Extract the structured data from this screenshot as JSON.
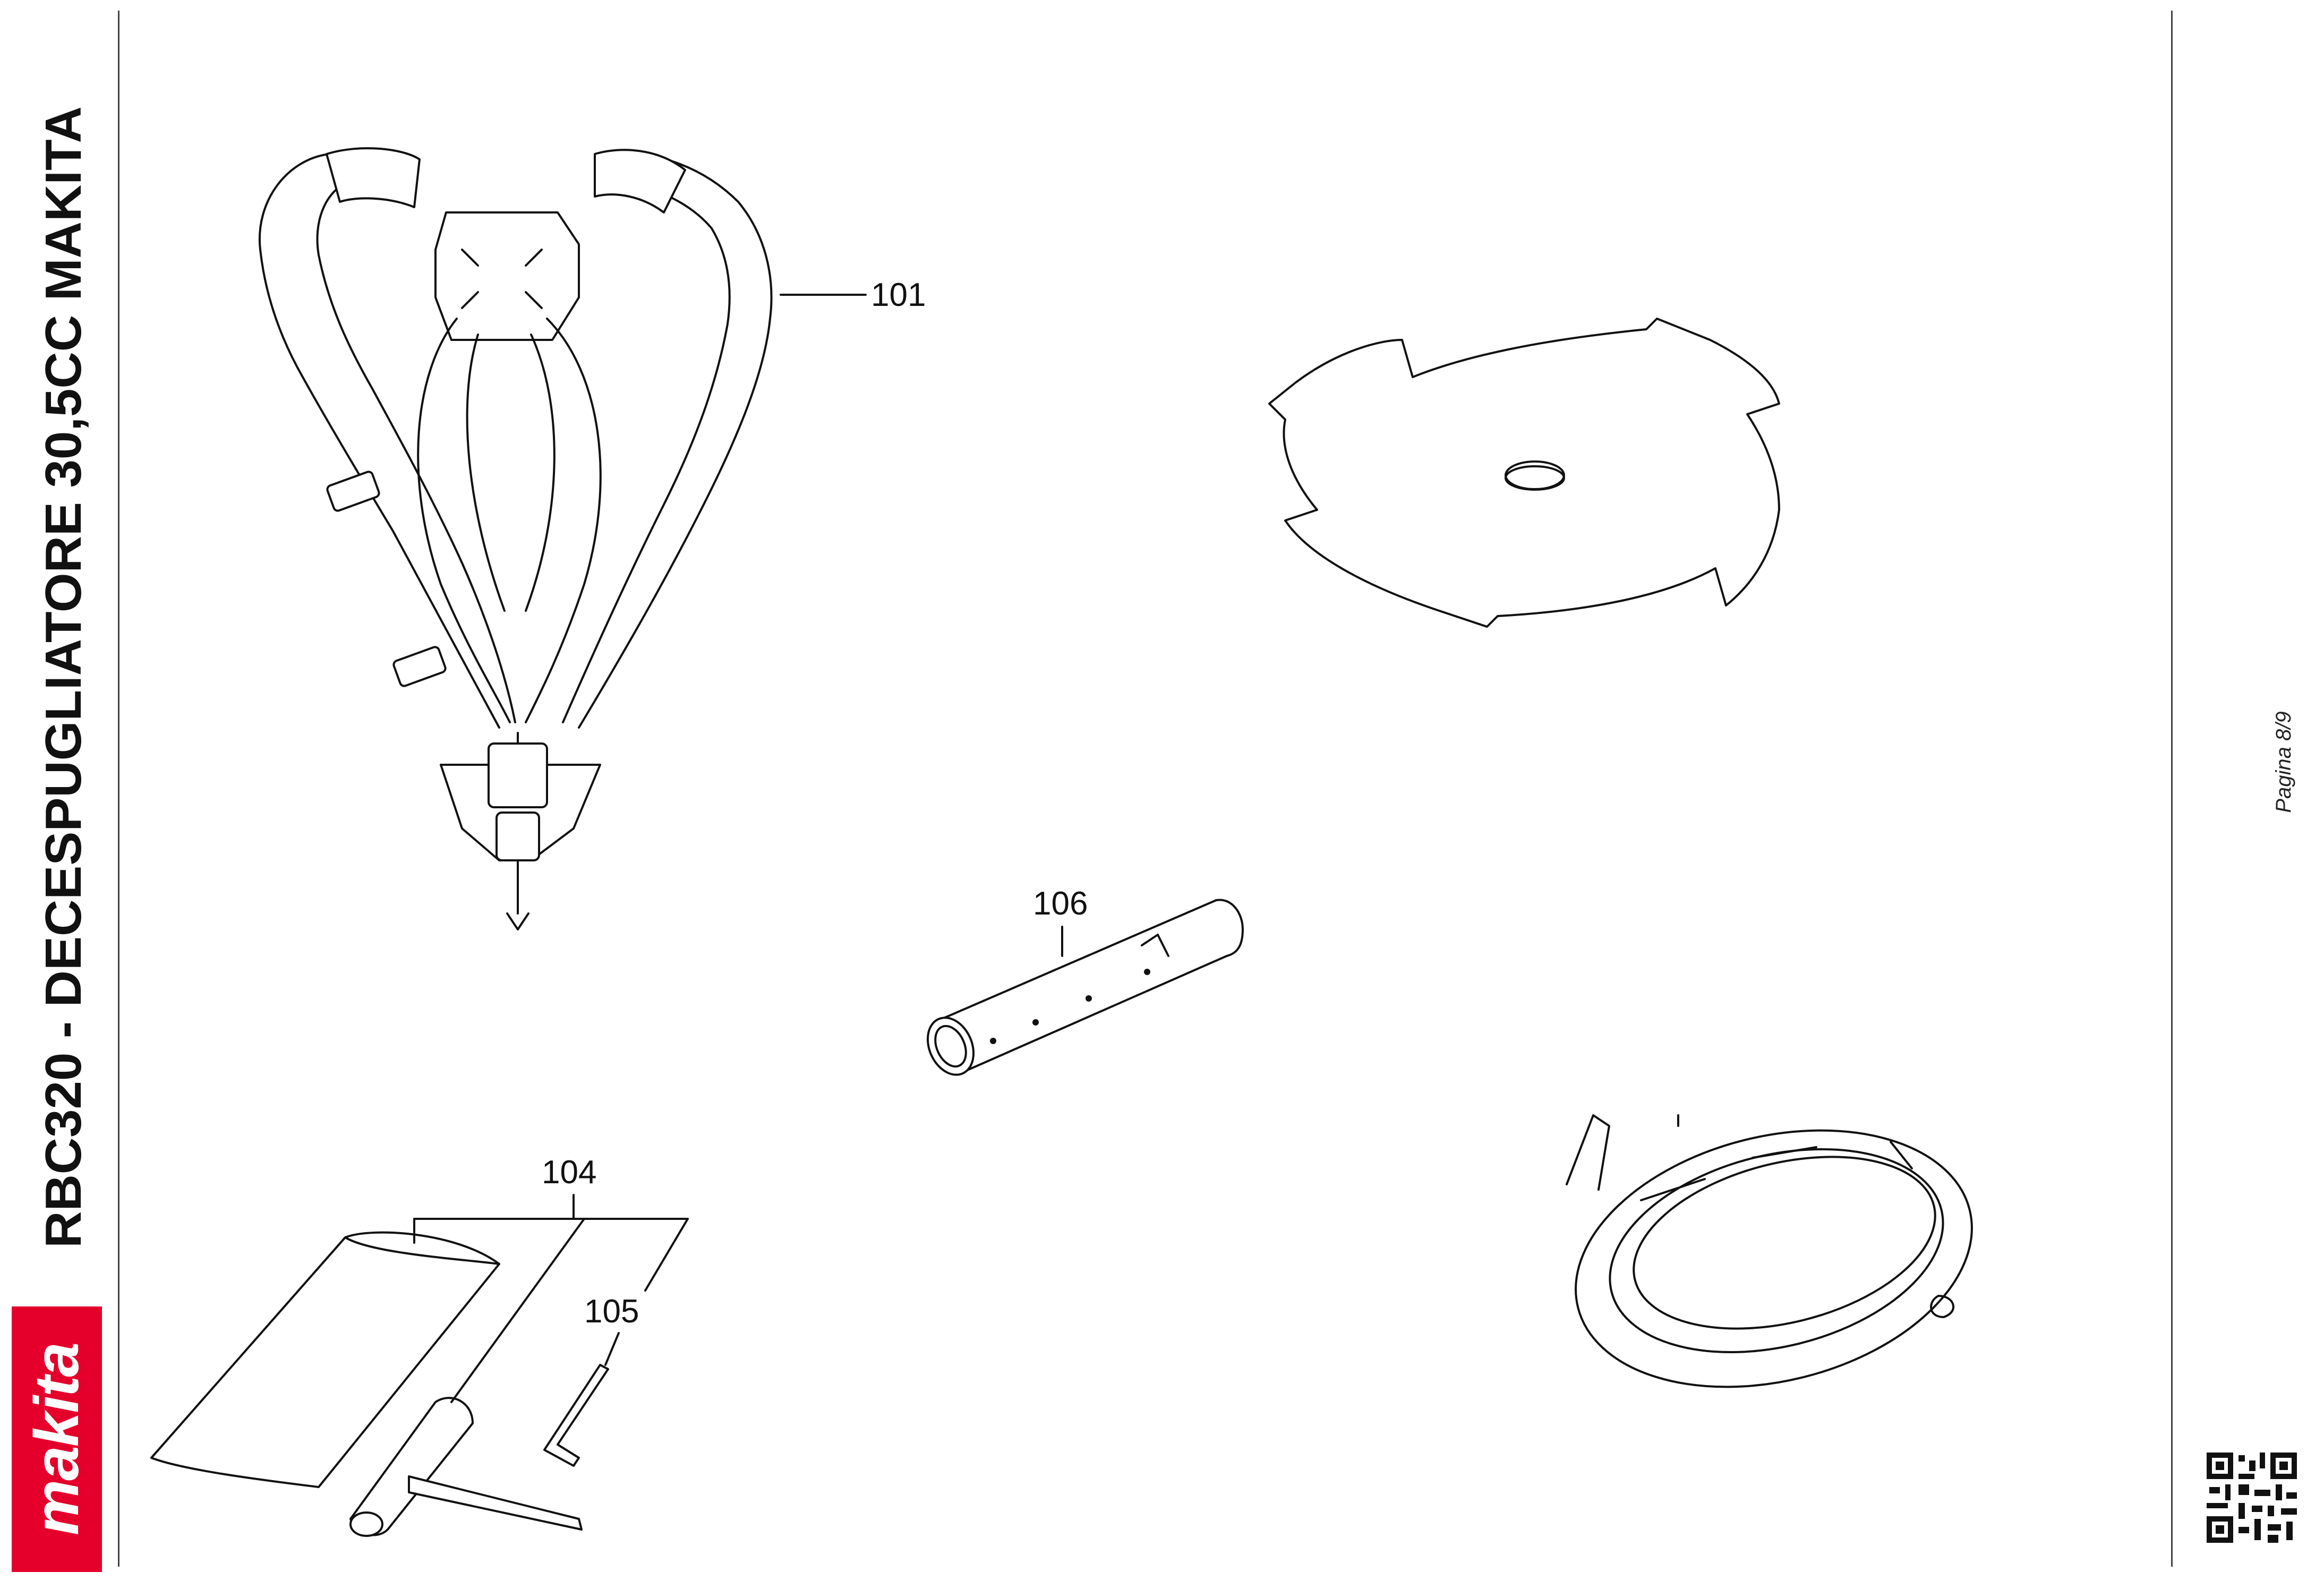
{
  "document": {
    "title": "RBC320 - DECESPUGLIATORE 30,5CC MAKITA",
    "page": "Pagina 8/9",
    "brand": "makita"
  },
  "parts": [
    {
      "number": "101",
      "name": "harness"
    },
    {
      "number": "104",
      "name": "tool-kit-bag"
    },
    {
      "number": "105",
      "name": "hex-key"
    },
    {
      "number": "106",
      "name": "tube"
    }
  ],
  "colors": {
    "brand_red": "#e4002b",
    "line": "#111111"
  },
  "icons": [
    "qr-code-icon",
    "makita-logo-icon"
  ]
}
